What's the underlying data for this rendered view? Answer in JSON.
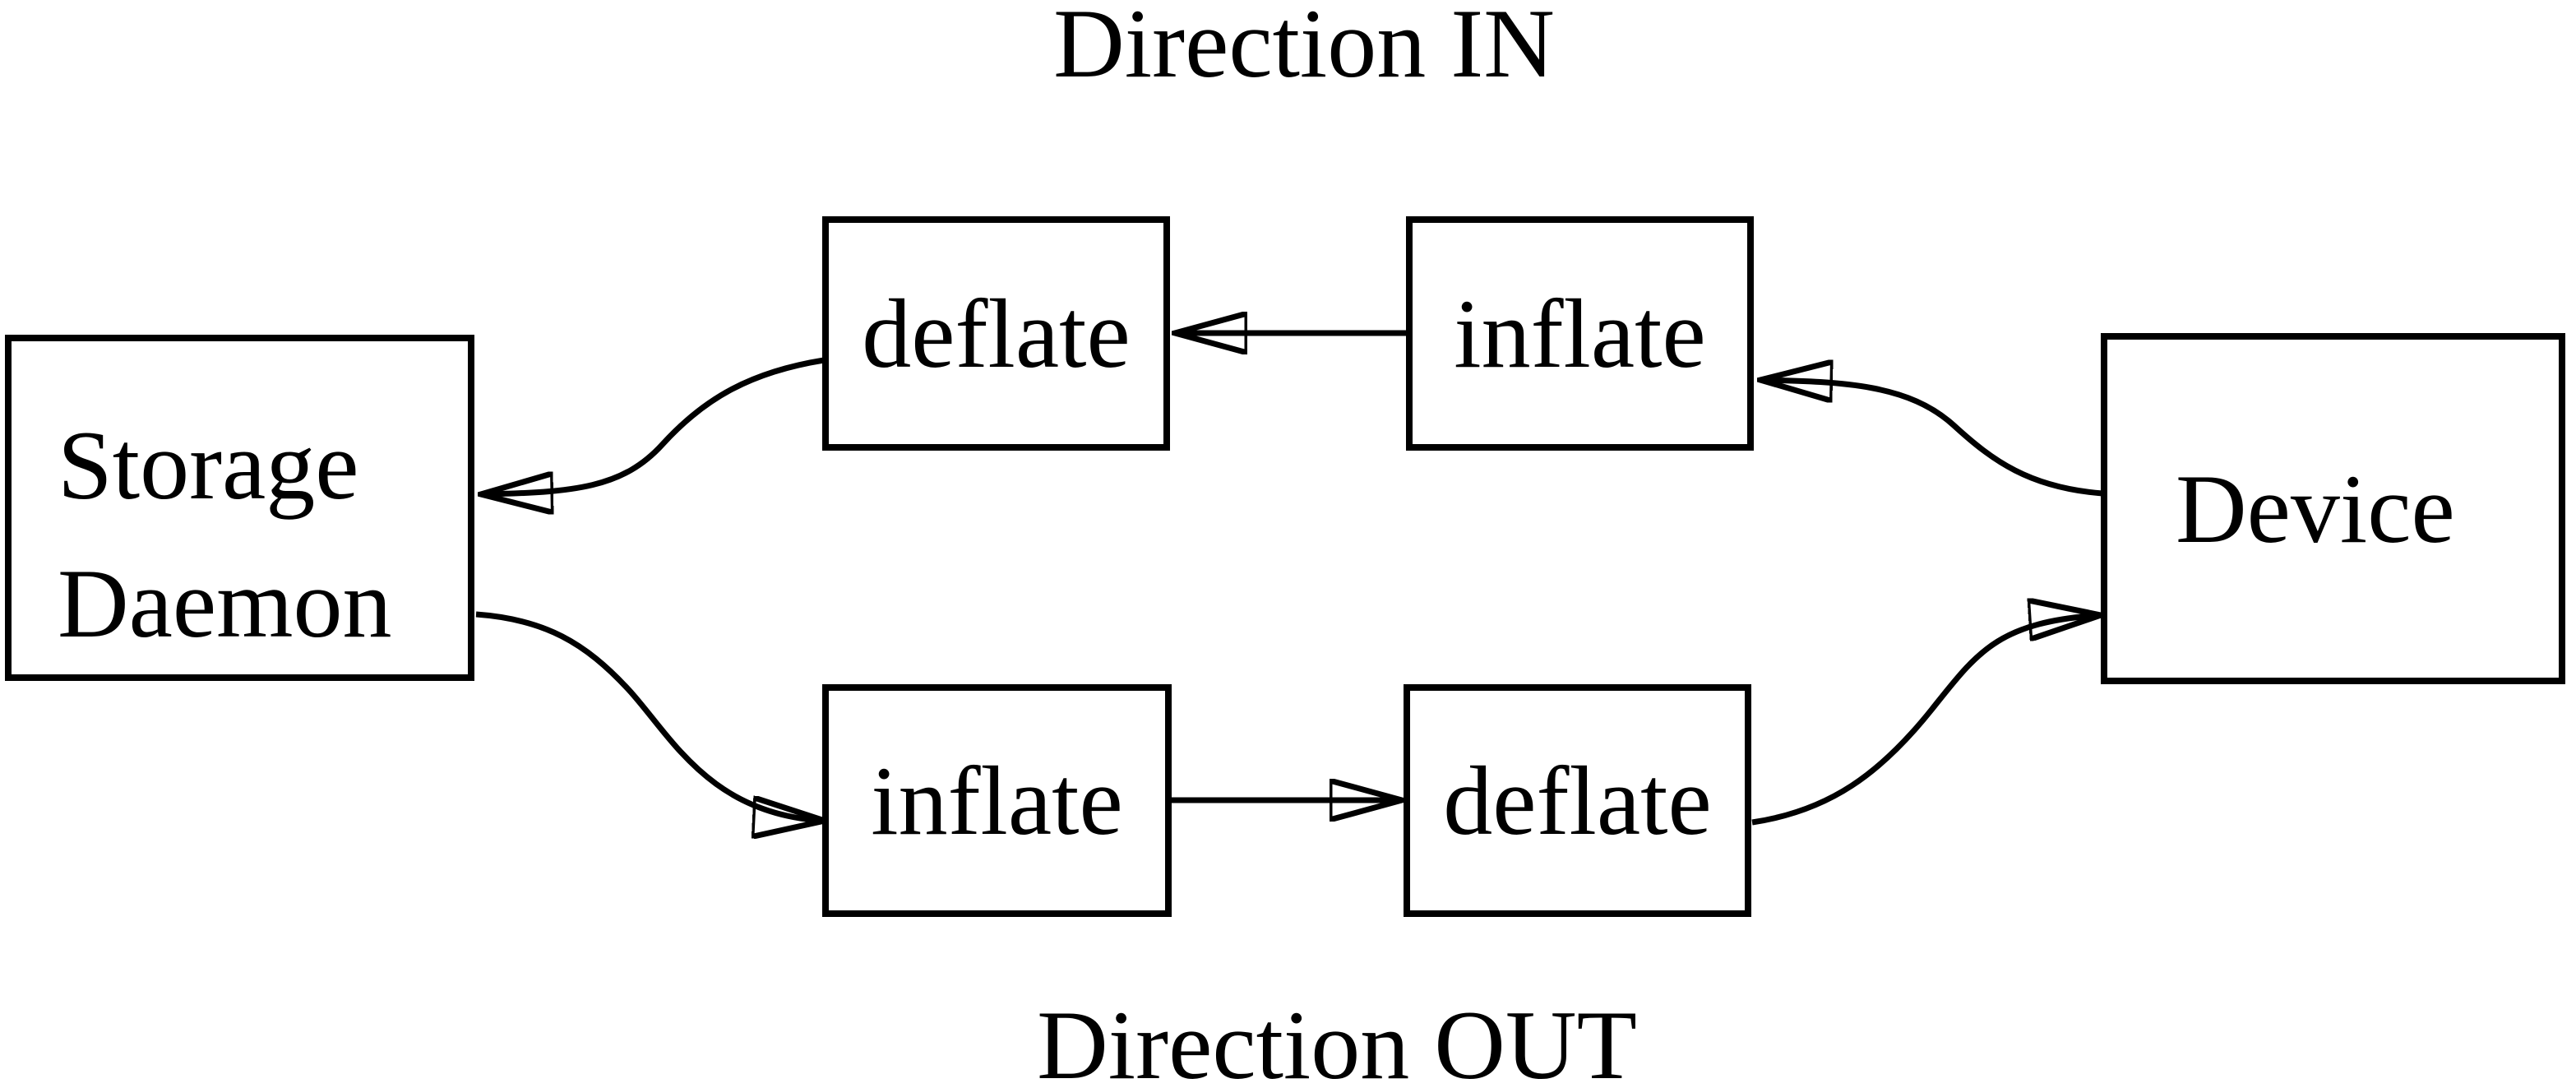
{
  "titles": {
    "in": "Direction IN",
    "out": "Direction OUT"
  },
  "nodes": {
    "storage": {
      "line1": "Storage",
      "line2": "Daemon"
    },
    "deflate_top": {
      "label": "deflate"
    },
    "inflate_top": {
      "label": "inflate"
    },
    "inflate_bottom": {
      "label": "inflate"
    },
    "deflate_bottom": {
      "label": "deflate"
    },
    "device": {
      "label": "Device"
    }
  },
  "connections": [
    {
      "from": "Device",
      "to": "inflate (top)",
      "direction": "IN"
    },
    {
      "from": "inflate (top)",
      "to": "deflate (top)",
      "direction": "IN"
    },
    {
      "from": "deflate (top)",
      "to": "Storage Daemon",
      "direction": "IN"
    },
    {
      "from": "Storage Daemon",
      "to": "inflate (bottom)",
      "direction": "OUT"
    },
    {
      "from": "inflate (bottom)",
      "to": "deflate (bottom)",
      "direction": "OUT"
    },
    {
      "from": "deflate (bottom)",
      "to": "Device",
      "direction": "OUT"
    }
  ],
  "colors": {
    "ink": "#000000",
    "background": "#ffffff"
  }
}
